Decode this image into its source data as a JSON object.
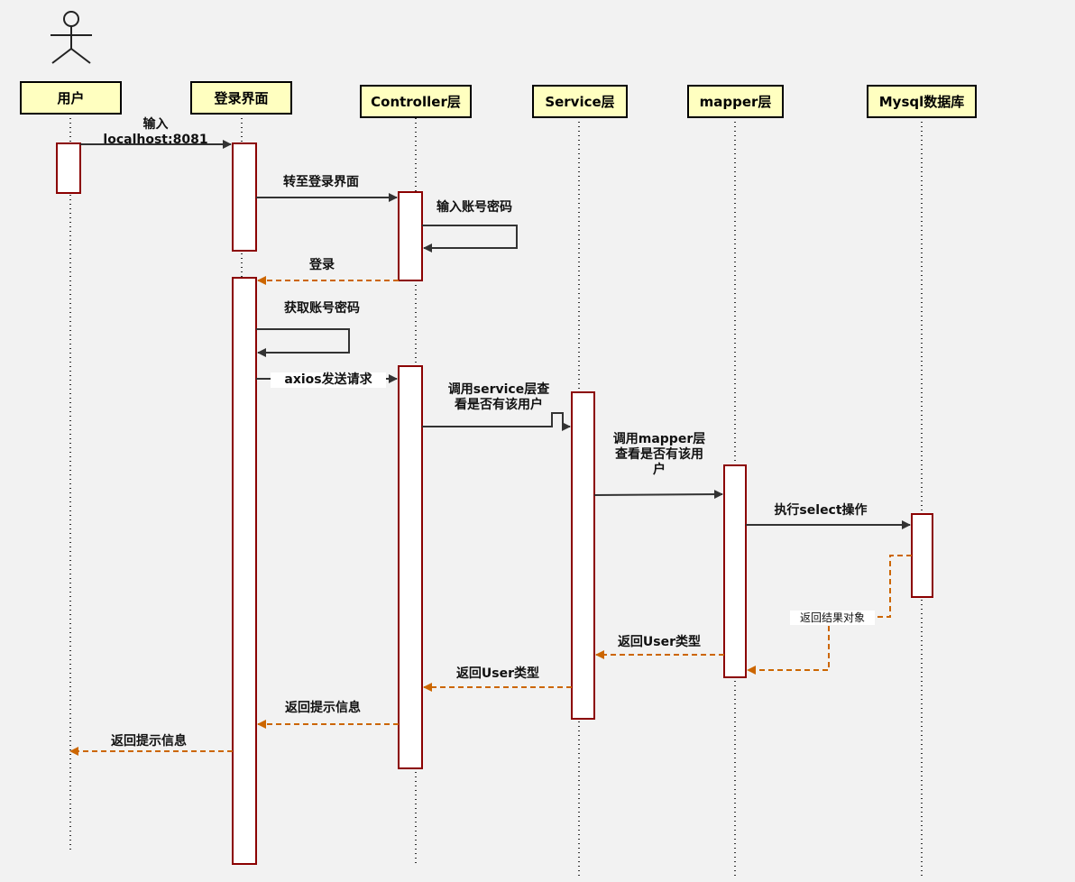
{
  "colors": {
    "activation_border": "#8b0000",
    "call_arrow": "#333333",
    "return_arrow": "#cc6600",
    "lifeline": "#333333"
  },
  "actor": {
    "icon": "stick-figure-icon"
  },
  "participants": [
    {
      "id": "user",
      "label": "用户"
    },
    {
      "id": "login",
      "label": "登录界面"
    },
    {
      "id": "controller",
      "label": "Controller层"
    },
    {
      "id": "service",
      "label": "Service层"
    },
    {
      "id": "mapper",
      "label": "mapper层"
    },
    {
      "id": "db",
      "label": "Mysql数据库"
    }
  ],
  "messages": [
    {
      "id": "m1",
      "type": "call",
      "from": "user",
      "to": "login",
      "text": "输入\nlocalhost:8081"
    },
    {
      "id": "m2",
      "type": "call",
      "from": "login",
      "to": "controller",
      "text": "转至登录界面"
    },
    {
      "id": "m3",
      "type": "self",
      "from": "controller",
      "to": "controller",
      "text": "输入账号密码"
    },
    {
      "id": "m4",
      "type": "return",
      "from": "controller",
      "to": "login",
      "text": "登录"
    },
    {
      "id": "m5",
      "type": "self",
      "from": "login",
      "to": "login",
      "text": "获取账号密码"
    },
    {
      "id": "m6",
      "type": "call",
      "from": "login",
      "to": "controller",
      "text": "axios发送请求"
    },
    {
      "id": "m7",
      "type": "call",
      "from": "controller",
      "to": "service",
      "text": "调用service层查\n看是否有该用户"
    },
    {
      "id": "m8",
      "type": "call",
      "from": "service",
      "to": "mapper",
      "text": "调用mapper层\n查看是否有该用\n户"
    },
    {
      "id": "m9",
      "type": "call",
      "from": "mapper",
      "to": "db",
      "text": "执行select操作"
    },
    {
      "id": "m10",
      "type": "return",
      "from": "db",
      "to": "mapper",
      "text": "返回结果对象"
    },
    {
      "id": "m11",
      "type": "return",
      "from": "mapper",
      "to": "service",
      "text": "返回User类型"
    },
    {
      "id": "m12",
      "type": "return",
      "from": "service",
      "to": "controller",
      "text": "返回User类型"
    },
    {
      "id": "m13",
      "type": "return",
      "from": "controller",
      "to": "login",
      "text": "返回提示信息"
    },
    {
      "id": "m14",
      "type": "return",
      "from": "login",
      "to": "user",
      "text": "返回提示信息"
    }
  ]
}
